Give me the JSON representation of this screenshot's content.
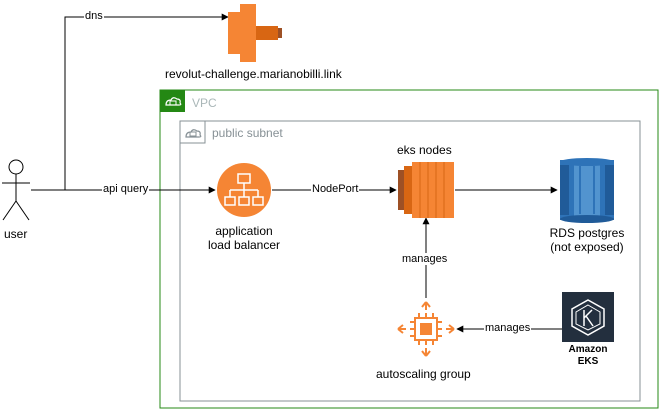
{
  "nodes": {
    "user": "user",
    "route53": "revolut-challenge.marianobilli.link",
    "alb": "application\nload balancer",
    "eks_nodes": "eks nodes",
    "rds": "RDS postgres\n(not exposed)",
    "asg": "autoscaling group",
    "eks": "Amazon\nEKS"
  },
  "groups": {
    "vpc": "VPC",
    "subnet": "public subnet"
  },
  "edges": {
    "dns": "dns",
    "api_query": "api query",
    "nodeport": "NodePort",
    "manages_asg": "manages",
    "manages_eks": "manages"
  },
  "colors": {
    "vpc_border": "#248814",
    "subnet_border": "#879196",
    "route53": "#f58534",
    "alb": "#f58534",
    "ec2": "#f58534",
    "rds": "#2e73b8",
    "eks": "#232f3e"
  }
}
